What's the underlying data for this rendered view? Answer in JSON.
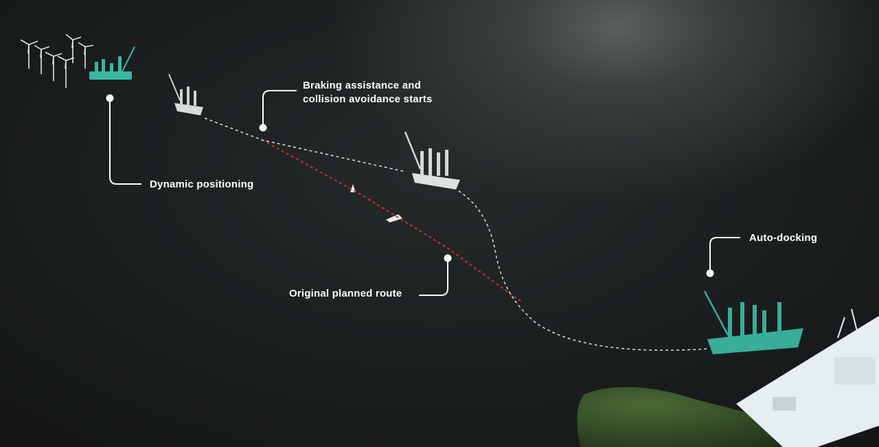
{
  "callouts": {
    "dynamic_positioning": "Dynamic positioning",
    "braking_line1": "Braking assistance and",
    "braking_line2": "collision avoidance starts",
    "original_route": "Original planned route",
    "auto_docking": "Auto-docking"
  },
  "colors": {
    "sea": "#1b1e1f",
    "planned_route": "#d42a2a",
    "actual_route": "#d8dcdc",
    "callout_line": "#ffffff",
    "digital_twin": "#3fd3b8",
    "land": "#2f4a26"
  },
  "icons": [
    "wind-turbine-icon",
    "vessel-icon",
    "sailboat-icon",
    "speedboat-icon",
    "port-icon"
  ]
}
